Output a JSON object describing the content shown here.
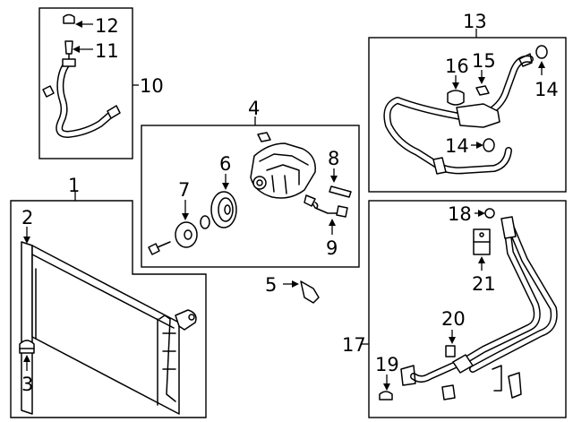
{
  "callouts": {
    "c1": "1",
    "c2": "2",
    "c3": "3",
    "c4": "4",
    "c5": "5",
    "c6": "6",
    "c7": "7",
    "c8": "8",
    "c9": "9",
    "c10": "10",
    "c11": "11",
    "c12": "12",
    "c13": "13",
    "c14a": "14",
    "c14b": "14",
    "c15": "15",
    "c16": "16",
    "c17": "17",
    "c18": "18",
    "c19": "19",
    "c20": "20",
    "c21": "21"
  },
  "colors": {
    "line": "#000000",
    "background": "#ffffff"
  }
}
